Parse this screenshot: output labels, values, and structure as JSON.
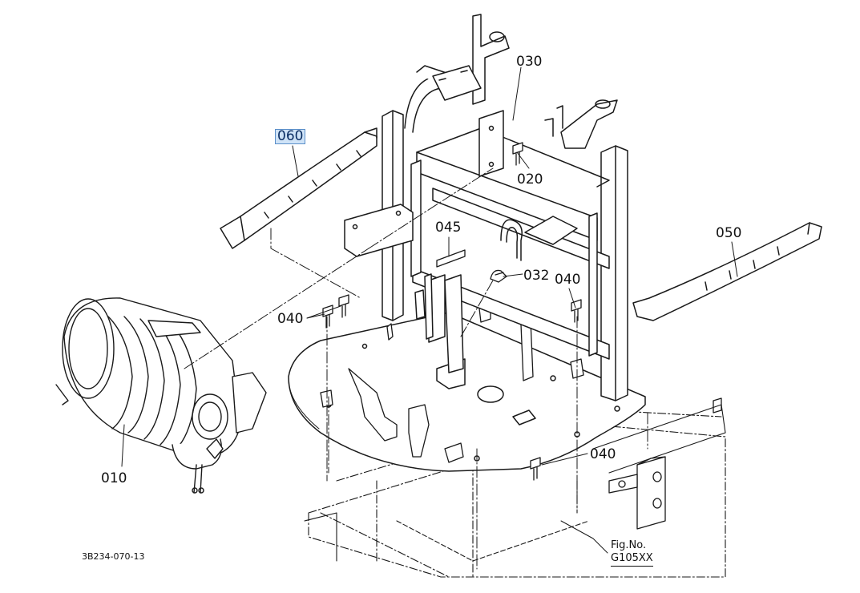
{
  "parts": {
    "p060": "060",
    "p030": "030",
    "p020": "020",
    "p045": "045",
    "p050": "050",
    "p032": "032",
    "p040_upper_right": "040",
    "p040_left": "040",
    "p040_lower": "040",
    "p010": "010"
  },
  "selected_part": "060",
  "document_id": "3B234-070-13",
  "figure": {
    "label": "Fig.No.",
    "code": "G105XX"
  },
  "colors": {
    "line": "#1a1a1a",
    "highlight": "#cfe3f7",
    "highlight_border": "#5b8fc9"
  }
}
